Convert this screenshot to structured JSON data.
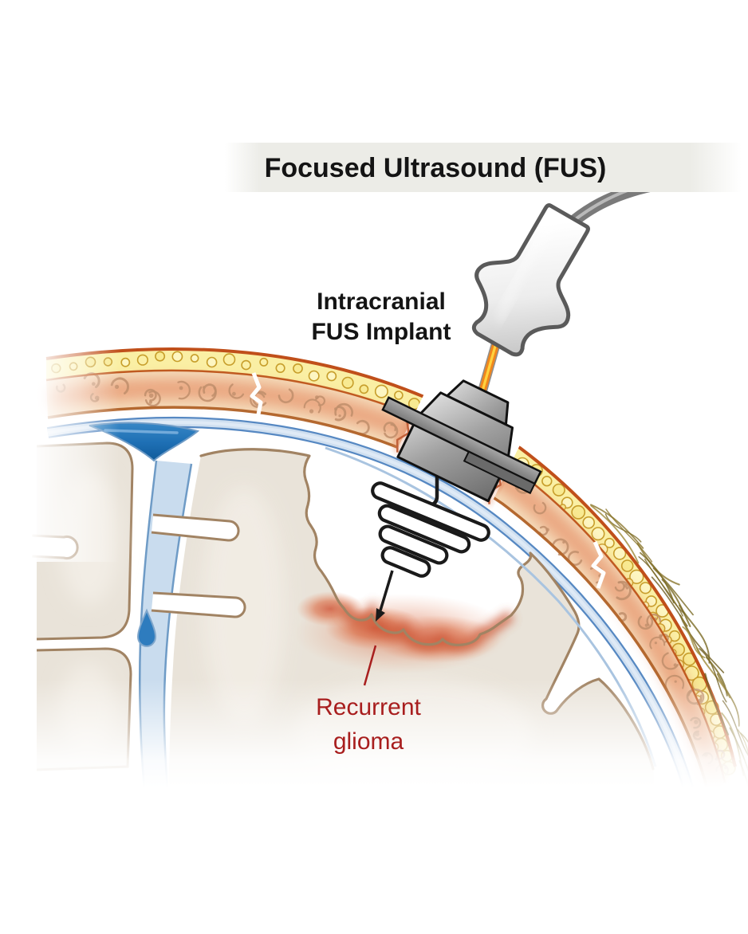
{
  "figure": {
    "title": "Focused Ultrasound (FUS)",
    "implant_label": {
      "line1": "Intracranial",
      "line2": "FUS Implant"
    },
    "glioma_label": {
      "line1": "Recurrent",
      "line2": "glioma"
    },
    "colors": {
      "title_text": "#141414",
      "banner": "#ECECE7",
      "glioma_label_red": "#A81E1E",
      "glioma_fill": "#D0573A",
      "bone_marrow": "#F5DCBB",
      "bone_fat": "#FAEFA4",
      "skull_outline": "#C04F1A",
      "dura_fill": "#CFDFF0",
      "dura_edge": "#5688C2",
      "sinus_blue": "#1E6FB4",
      "brain_fill": "#E9E3D9",
      "brain_outline": "#A18363",
      "implant_gray": "#9E9E9E",
      "wire_orange": "#F0861C",
      "wire_core_yellow": "#FFD23F",
      "cable_gray": "#7A7A7A"
    }
  }
}
